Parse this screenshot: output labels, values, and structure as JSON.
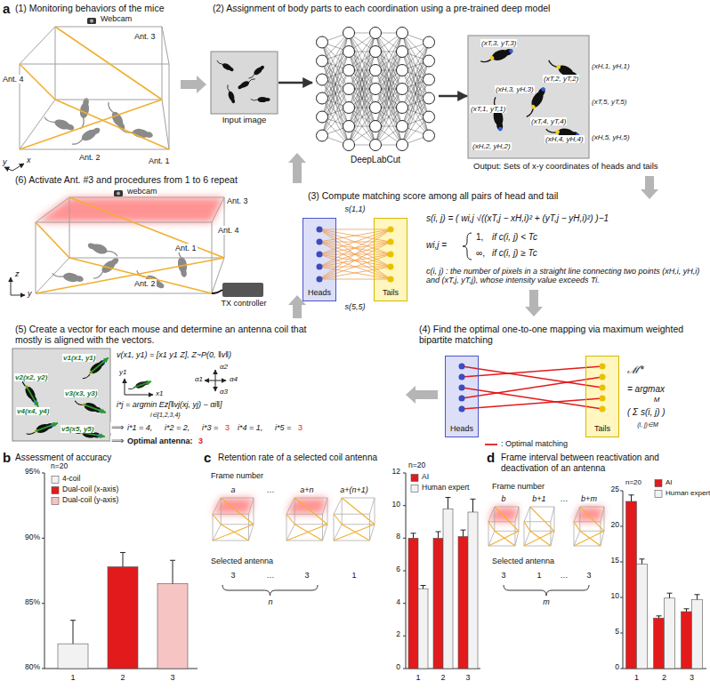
{
  "diagram": {
    "nodes": [
      {
        "text": [
          "Input image"
        ]
      },
      {
        "text": [
          "DeepLabCut"
        ]
      },
      {
        "text": [
          "Output: Sets of x-y coordinates of heads and tails"
        ]
      },
      {
        "text": [
          "Heads"
        ]
      },
      {
        "text": [
          "Tails"
        ]
      },
      {
        "text": [
          "Heads"
        ]
      },
      {
        "text": [
          "Tails"
        ]
      },
      {
        "text": [
          "TX controller"
        ]
      }
    ],
    "edges": [
      {
        "from": 0,
        "to": 1,
        "arrow": "to"
      },
      {
        "from": 1,
        "to": 2,
        "arrow": "to"
      }
    ],
    "labels": [
      "a",
      "(1) Monitoring behaviors of the mice",
      "Webcam",
      "Ant. 3",
      "Ant. 4",
      "Ant. 2",
      "Ant. 1",
      "x",
      "y",
      "(2) Assignment of body parts to each coordination using a pre-trained deep model",
      "(xT,3, yT,3)",
      "(xH,1, yH,1)",
      "(xH,3, yH,3)",
      "(xT,2, yT,2)",
      "(xT,1, yT,1)",
      "(xT,5, yT,5)",
      "(xT,4, yT,4)",
      "(xH,4, yH,4)",
      "(xH,2, yH,2)",
      "(xH,5, yH,5)",
      "(3) Compute matching score among all pairs of head and tail",
      "s(1,1)",
      "s(5,5)",
      "s(i, j) = ( wi,j √((xT,j − xH,i)² + (yT,j − yH,i)²) )−1",
      "wi,j =",
      "1,",
      "if c(i, j) < Tc",
      "∞,",
      "if c(i, j) ≥ Tc",
      "c(i, j) : the number of pixels in a straight line connecting two points (xH,i, yH,i) and (xT,j, yT,j), whose intensity value exceeds Ti.",
      "(4) Find the optimal one-to-one mapping via maximum weighted bipartite matching",
      "ℳ*",
      "= argmax",
      "M",
      "( Σ s(i, j) )",
      "(i, j)∈M",
      "(5) Create a vector for each mouse and determine an antenna coil that mostly is aligned with the vectors.",
      "v1(x1, y1)",
      "v2(x2, y2)",
      "v3(x3, y3)",
      "v4(x4, y4)",
      "v5(x5, y5)",
      "v(x1, y1) = [x1  y1  Z], Z~P(0, ‖v‖)",
      "y1",
      "x1",
      "α2",
      "α1",
      "α4",
      "α3",
      "i*j = argmin Ez[‖vj(xj, yj) − αi‖]",
      "i∈{1,2,3,4}",
      "⟹",
      "i*1 = 4,",
      "i*2 = 2,",
      "i*3 =",
      "3",
      "i*4 = 1,",
      "i*5 =",
      "3",
      "⟹",
      "Optimal antenna:",
      "3",
      "(6) Activate Ant. #3 and procedures from 1 to 6 repeat",
      "webcam",
      "Ant. 3",
      "Ant. 4",
      "Ant. 1",
      "Ant. 2",
      "z",
      "y",
      "b",
      "Assessment of accuracy",
      "n=20",
      "95%",
      "90%",
      "85%",
      "80%",
      "1",
      "2",
      "3",
      "c",
      "Retention rate of a selected coil antenna",
      "Frame number",
      "a",
      "…",
      "a+n",
      "a+(n+1)",
      "Selected antenna",
      "3",
      "…",
      "3",
      "1",
      "n",
      "n=20",
      "0",
      "2",
      "4",
      "6",
      "8",
      "10",
      "12",
      "1",
      "2",
      "3",
      "d",
      "Frame interval between reactivation and deactivation of an antenna",
      "Frame number",
      "b",
      "b+1",
      "…",
      "b+m",
      "Selected antenna",
      "3",
      "1",
      "…",
      "3",
      "m",
      "n=20",
      "0",
      "5",
      "10",
      "15",
      "20",
      "25",
      "1",
      "2",
      "3"
    ],
    "legend": [
      {
        "text": ": Optimal matching"
      },
      {
        "text": "4-coil",
        "color": "#f2f2f2"
      },
      {
        "text": "Dual-coil (x-axis)",
        "color": "#e31a1c"
      },
      {
        "text": "Dual-coil (y-axis)",
        "color": "#f7c4c4"
      },
      {
        "text": "AI",
        "color": "#e31a1c"
      },
      {
        "text": "Human expert",
        "color": "#f2f2f2"
      },
      {
        "text": "AI",
        "color": "#e31a1c"
      },
      {
        "text": "Human expert",
        "color": "#f2f2f2"
      }
    ]
  }
}
